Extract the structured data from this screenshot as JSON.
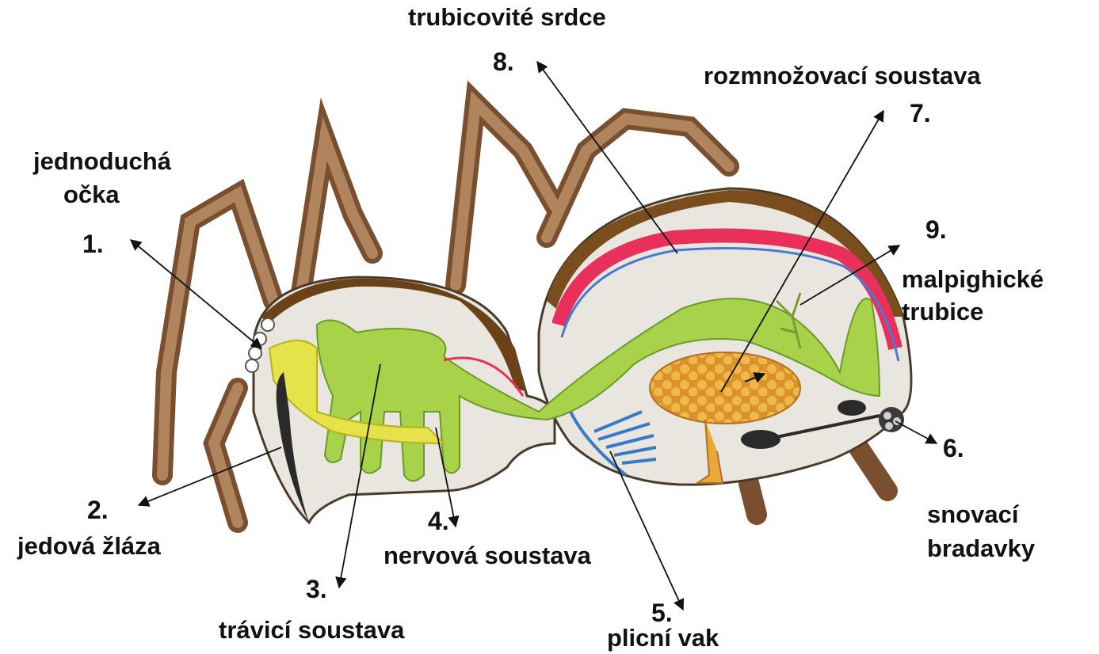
{
  "labels": {
    "l1": {
      "number": "1.",
      "text_line1": "jednoduchá",
      "text_line2": "očka"
    },
    "l2": {
      "number": "2.",
      "text": "jedová žláza"
    },
    "l3": {
      "number": "3.",
      "text": "trávicí soustava"
    },
    "l4": {
      "number": "4.",
      "text": "nervová soustava"
    },
    "l5": {
      "number": "5.",
      "text": "plicní vak"
    },
    "l6": {
      "number": "6.",
      "text_line1": "snovací",
      "text_line2": "bradavky"
    },
    "l7": {
      "number": "7.",
      "text": "rozmnožovací soustava"
    },
    "l8": {
      "number": "8.",
      "text": "trubicovité srdce"
    },
    "l9": {
      "number": "9.",
      "text_line1": "malpighické",
      "text_line2": "trubice"
    }
  },
  "colors": {
    "leg": "#9b6b45",
    "leg_dark": "#5c3a22",
    "carapace": "#8a5a22",
    "body": "#e8e6de",
    "digestive": "#a8d24a",
    "nervous": "#e6e24a",
    "heart": "#e8305a",
    "lung": "#3a78c8",
    "gonad": "#e8a83a",
    "arrow": "#111111"
  }
}
